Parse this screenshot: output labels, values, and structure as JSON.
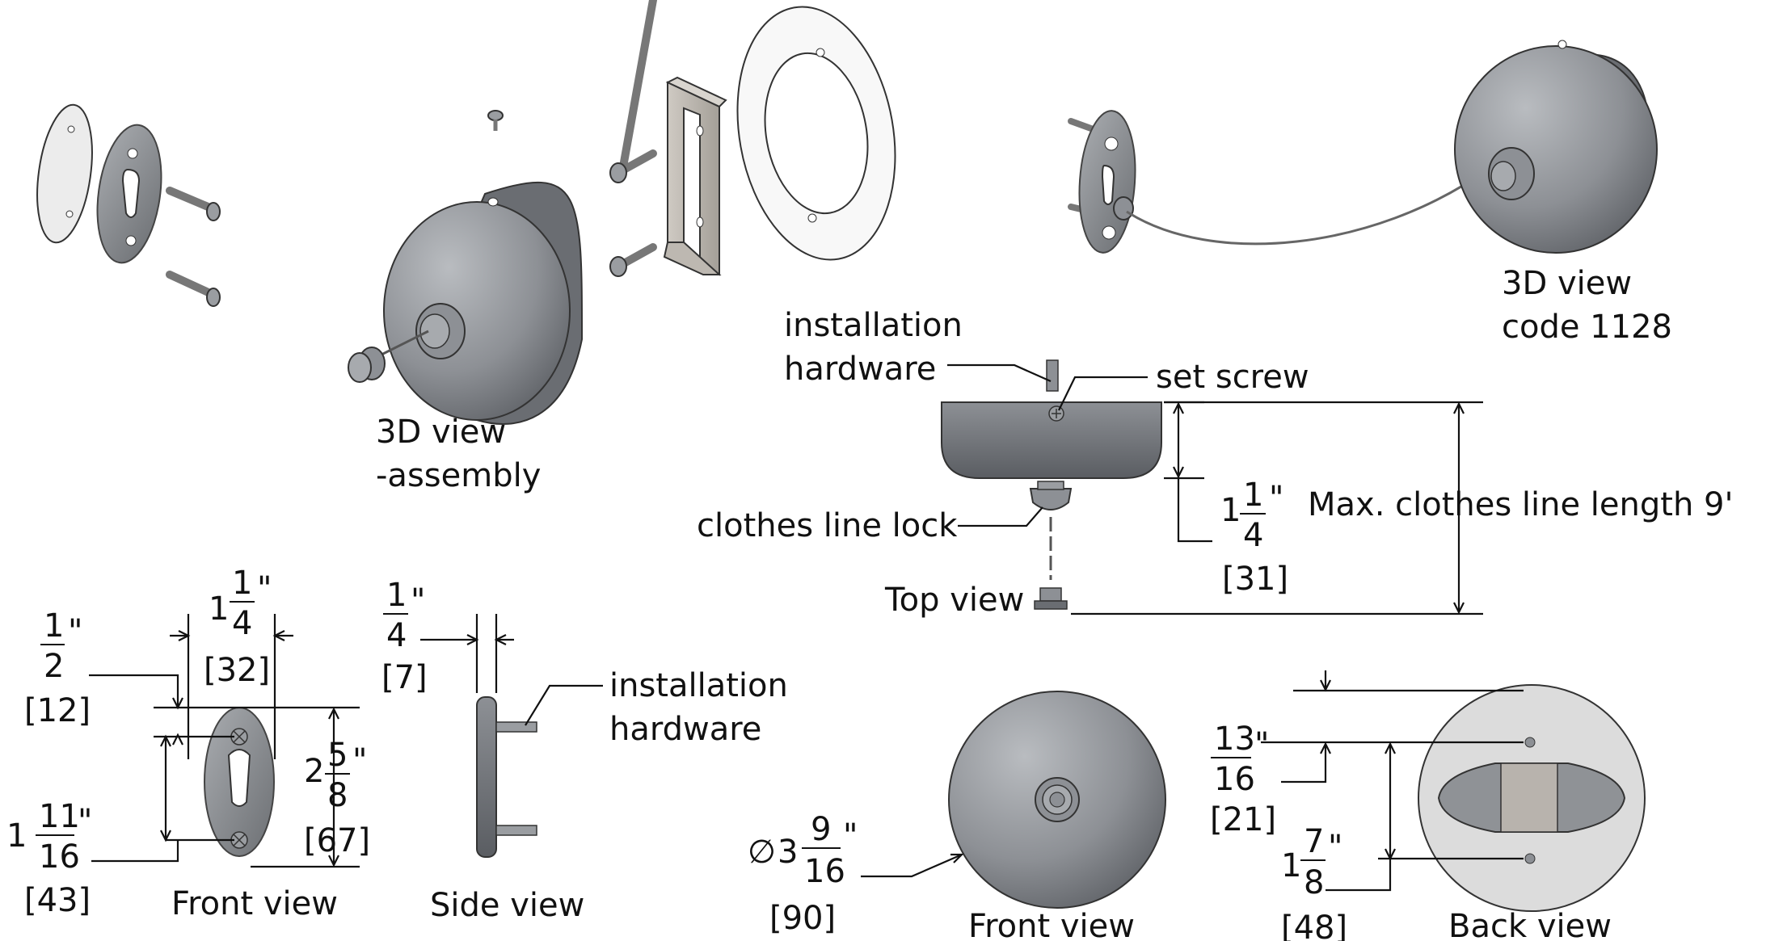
{
  "labels": {
    "assembly_view": [
      "3D view",
      "-assembly"
    ],
    "code_view": [
      "3D view",
      "code 1128"
    ],
    "installation_hardware_top": [
      "installation",
      "hardware"
    ],
    "set_screw": "set screw",
    "clothes_line_lock": "clothes line lock",
    "top_view": "Top view",
    "max_length": "Max. clothes line length 9'",
    "installation_hardware_side": [
      "installation",
      "hardware"
    ],
    "front_view_plate": "Front view",
    "side_view": "Side view",
    "front_view_reel": "Front view",
    "back_view": "Back view"
  },
  "dimensions": {
    "top_height": {
      "whole": "1",
      "num": "1",
      "den": "4",
      "unit": "\"",
      "mm": "[31]"
    },
    "plate_width": {
      "whole": "1",
      "num": "1",
      "den": "4",
      "unit": "\"",
      "mm": "[32]"
    },
    "plate_top_offset": {
      "whole": "",
      "num": "1",
      "den": "2",
      "unit": "\"",
      "mm": "[12]"
    },
    "plate_height": {
      "whole": "2",
      "num": "5",
      "den": "8",
      "unit": "\"",
      "mm": "[67]"
    },
    "plate_hole_spacing": {
      "whole": "1",
      "num": "11",
      "den": "16",
      "unit": "\"",
      "mm": "[43]"
    },
    "side_thickness": {
      "whole": "",
      "num": "1",
      "den": "4",
      "unit": "\"",
      "mm": "[7]"
    },
    "reel_diameter": {
      "prefix": "∅",
      "whole": "3",
      "num": "9",
      "den": "16",
      "unit": "\"",
      "mm": "[90]"
    },
    "back_top_offset": {
      "whole": "",
      "num": "13",
      "den": "16",
      "unit": "\"",
      "mm": "[21]"
    },
    "back_hole_spacing": {
      "whole": "1",
      "num": "7",
      "den": "8",
      "unit": "\"",
      "mm": "[48]"
    }
  }
}
